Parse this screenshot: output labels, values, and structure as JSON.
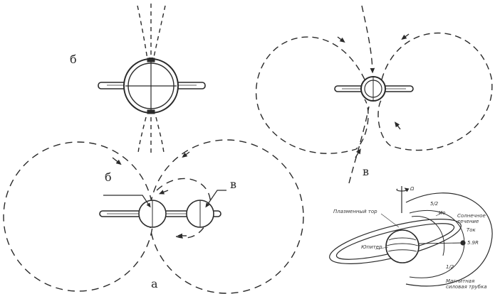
{
  "labels": {
    "panel_b_top": "б",
    "panel_b_bottom": "б",
    "panel_v_marker": "в",
    "panel_v_caption": "в",
    "panel_a_caption": "а"
  },
  "planet_inset": {
    "rotation_axis": "Ω",
    "plasma_torus": "Плазменный тор",
    "moon_orbit": "Ио",
    "planet": "Юпитер",
    "current_sheet": "Солнечное течение",
    "current_label": "Ток",
    "l_top": "5/2",
    "l_bottom": "1/2",
    "distance": "5.9R",
    "flux_tube": "Магнитная силовая трубка"
  },
  "colors": {
    "ink": "#2a2a2a",
    "paper": "#ffffff"
  }
}
